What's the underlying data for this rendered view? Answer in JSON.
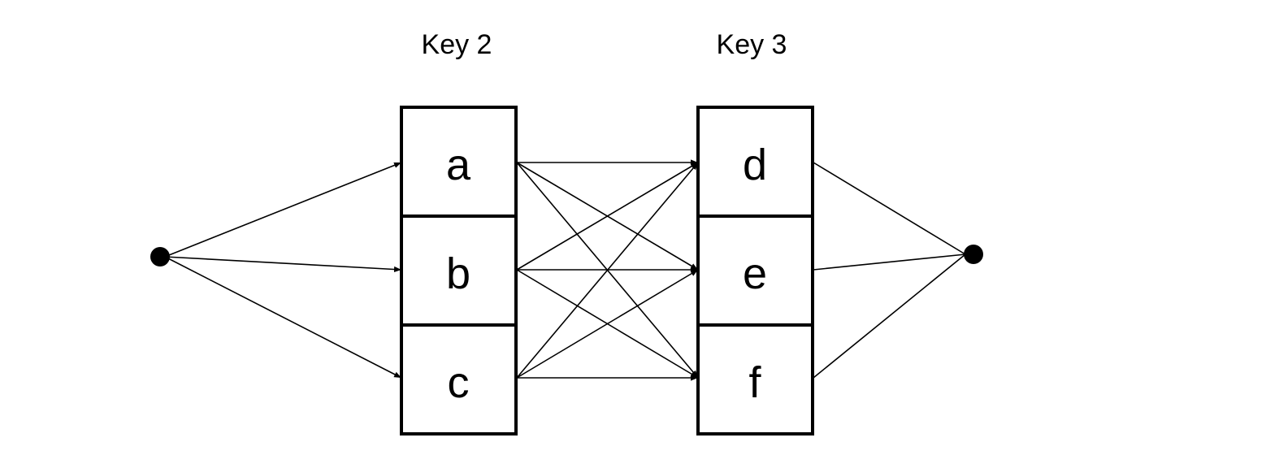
{
  "diagram": {
    "columns": [
      {
        "id": "key2",
        "title": "Key 2",
        "cells": [
          "a",
          "b",
          "c"
        ]
      },
      {
        "id": "key3",
        "title": "Key 3",
        "cells": [
          "d",
          "e",
          "f"
        ]
      }
    ],
    "source": {
      "id": "start"
    },
    "sink": {
      "id": "end"
    },
    "edges": [
      {
        "from": "start",
        "to": "a"
      },
      {
        "from": "start",
        "to": "b"
      },
      {
        "from": "start",
        "to": "c"
      },
      {
        "from": "a",
        "to": "d"
      },
      {
        "from": "a",
        "to": "e"
      },
      {
        "from": "a",
        "to": "f"
      },
      {
        "from": "b",
        "to": "d"
      },
      {
        "from": "b",
        "to": "e"
      },
      {
        "from": "b",
        "to": "f"
      },
      {
        "from": "c",
        "to": "d"
      },
      {
        "from": "c",
        "to": "e"
      },
      {
        "from": "c",
        "to": "f"
      },
      {
        "from": "d",
        "to": "end"
      },
      {
        "from": "e",
        "to": "end"
      },
      {
        "from": "f",
        "to": "end"
      }
    ],
    "colors": {
      "stroke": "#000000",
      "background": "#ffffff"
    }
  }
}
